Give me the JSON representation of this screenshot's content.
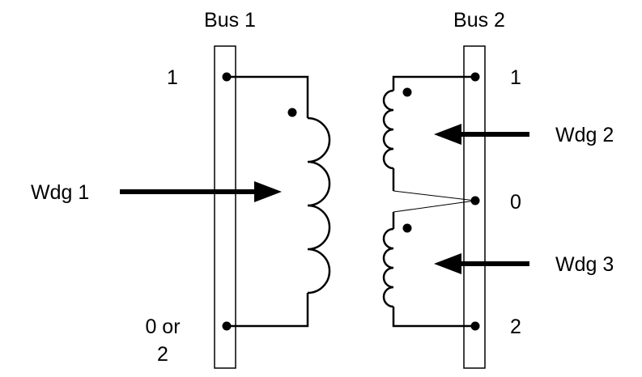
{
  "bus1": {
    "title": "Bus 1",
    "terminal_top": "1",
    "terminal_bottom_line1": "0 or",
    "terminal_bottom_line2": "2"
  },
  "bus2": {
    "title": "Bus 2",
    "terminal_top": "1",
    "terminal_mid": "0",
    "terminal_bottom": "2"
  },
  "windings": {
    "wdg1": "Wdg 1",
    "wdg2": "Wdg 2",
    "wdg3": "Wdg 3"
  },
  "colors": {
    "stroke": "#000000",
    "background": "#ffffff"
  }
}
